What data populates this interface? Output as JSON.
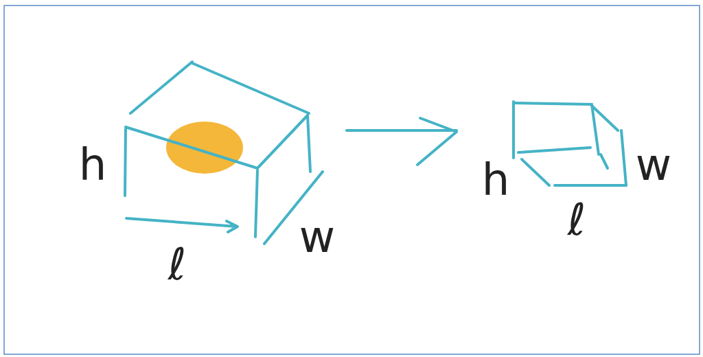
{
  "diagram": {
    "labels": [
      "h",
      "ℓ",
      "w",
      "h",
      "ℓ",
      "w"
    ]
  }
}
